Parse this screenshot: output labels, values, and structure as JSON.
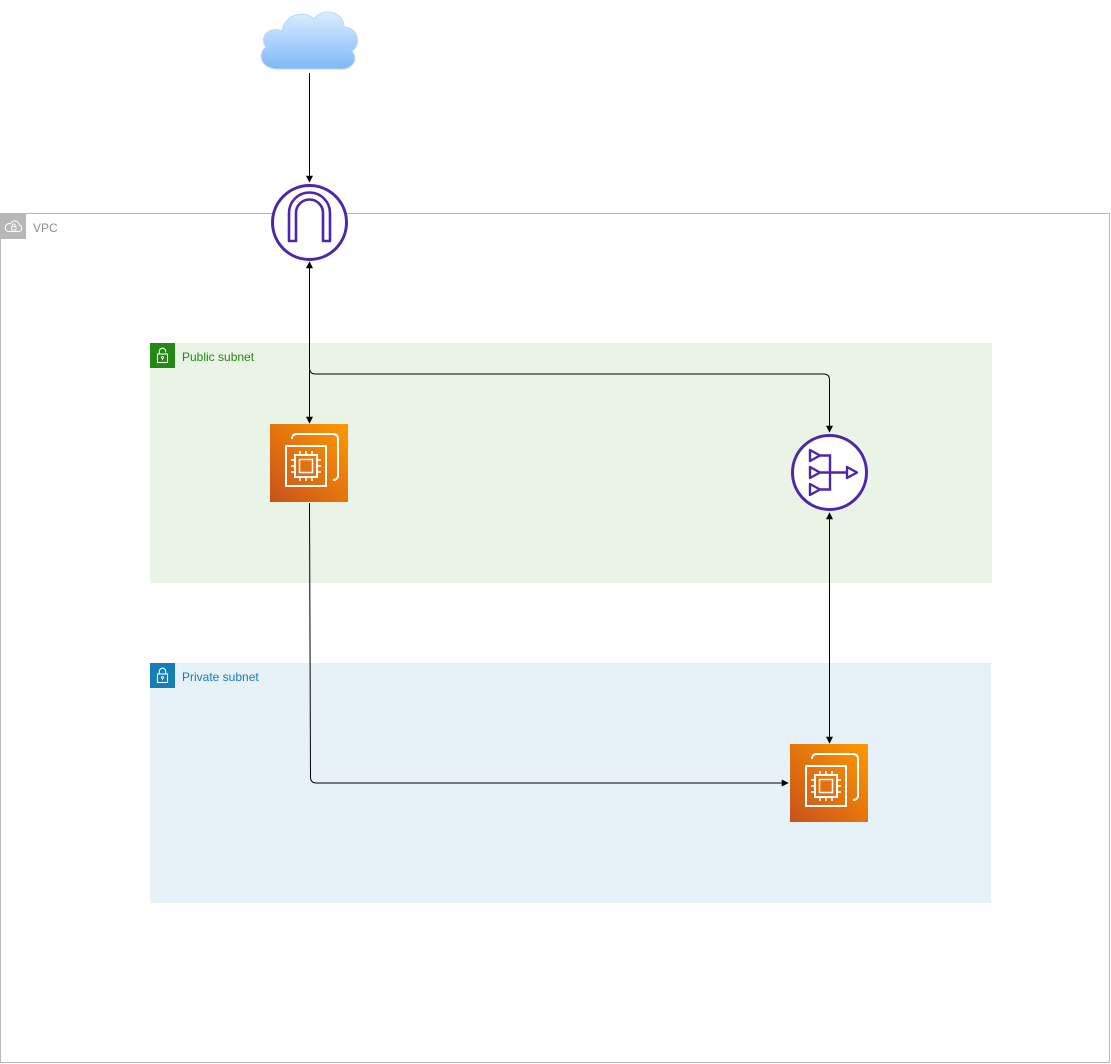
{
  "diagram": {
    "vpc": {
      "label": "VPC",
      "icon": "vpc-cloud-lock-icon",
      "border_color": "#b7b7b7"
    },
    "subnets": {
      "public": {
        "label": "Public subnet",
        "icon": "padlock-icon",
        "color": "#248814",
        "fill": "#e9f3e6"
      },
      "private": {
        "label": "Private subnet",
        "icon": "padlock-icon",
        "color": "#147eba",
        "fill": "#e6f2f8"
      }
    },
    "nodes": {
      "internet": {
        "icon": "cloud-icon"
      },
      "internet_gateway": {
        "icon": "internet-gateway-icon",
        "color": "#4d27aa"
      },
      "nat_gateway": {
        "icon": "nat-gateway-icon",
        "color": "#4d27aa"
      },
      "public_instance": {
        "icon": "ec2-instance-icon",
        "color": "#ed7100"
      },
      "private_instance": {
        "icon": "ec2-instance-icon",
        "color": "#ed7100"
      }
    },
    "edges": [
      {
        "from": "internet",
        "to": "internet_gateway",
        "direction": "forward"
      },
      {
        "from": "internet_gateway",
        "to": "public_instance",
        "direction": "both"
      },
      {
        "from": "internet_gateway",
        "to": "nat_gateway",
        "direction": "forward"
      },
      {
        "from": "nat_gateway",
        "to": "private_instance",
        "direction": "both"
      },
      {
        "from": "public_instance",
        "to": "private_instance",
        "direction": "forward"
      }
    ]
  }
}
